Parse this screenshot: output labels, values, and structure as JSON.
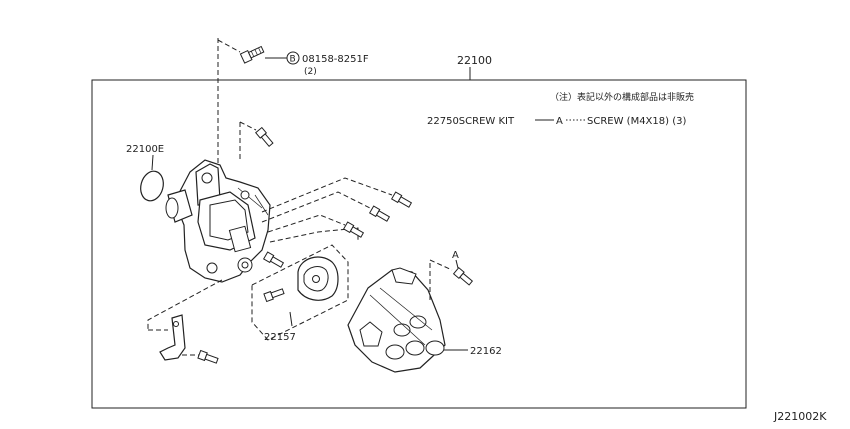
{
  "diagram": {
    "assembly_number": "22100",
    "note_jp": "（注）表記以外の構成部品は非販売",
    "screw_kit": {
      "part": "22750SCREW KIT",
      "ref": "A",
      "screw": "SCREW (M4X18) (3)"
    },
    "bolt": {
      "prefix": "B",
      "part": "08158-8251F",
      "qty": "(2)"
    },
    "parts": {
      "o_ring": "22100E",
      "rotor_kit": "22157",
      "cap": "22162",
      "screw_ref": "A"
    },
    "drawing_code": "J221002K"
  }
}
